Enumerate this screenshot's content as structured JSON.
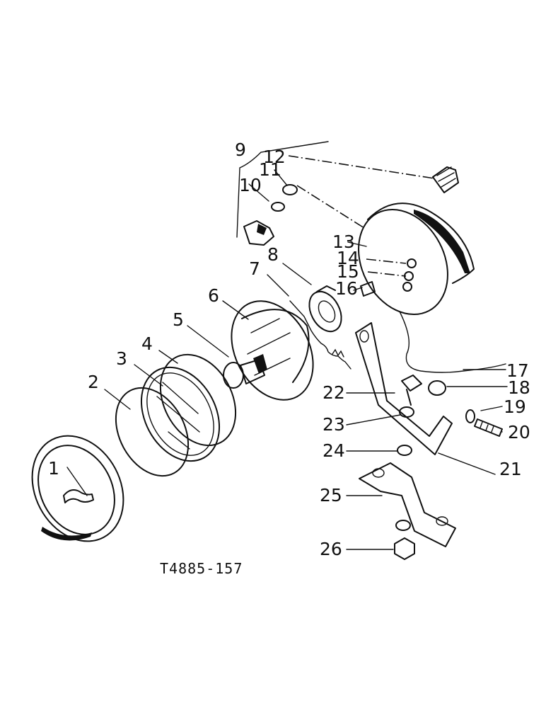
{
  "figure_id": "T4885-157",
  "callouts": [
    "1",
    "2",
    "3",
    "4",
    "5",
    "6",
    "7",
    "8",
    "9",
    "10",
    "11",
    "12",
    "13",
    "14",
    "15",
    "16",
    "17",
    "18",
    "19",
    "20",
    "21",
    "22",
    "23",
    "24",
    "25",
    "26"
  ]
}
